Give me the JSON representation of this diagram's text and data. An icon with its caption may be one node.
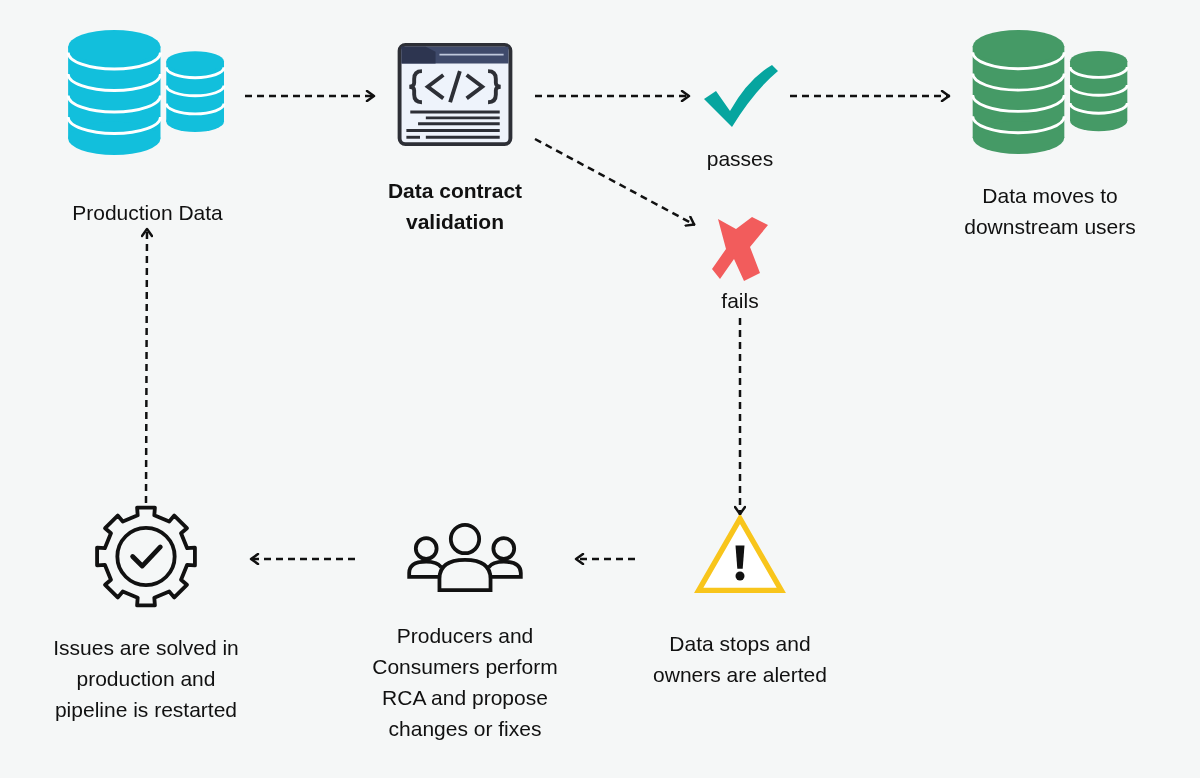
{
  "diagram": {
    "nodes": [
      {
        "text": [
          "Production Data"
        ]
      },
      {
        "text": [
          "Data contract validation"
        ]
      },
      {
        "text": [
          "passes"
        ]
      },
      {
        "text": [
          "Data moves to downstream users"
        ]
      },
      {
        "text": [
          "fails"
        ]
      },
      {
        "text": [
          "Data stops and owners are alerted"
        ]
      },
      {
        "text": [
          "Producers and Consumers perform RCA and propose changes or fixes"
        ]
      },
      {
        "text": [
          "Issues are solved in production and pipeline is restarted"
        ]
      }
    ],
    "edges": [
      {
        "from": 0,
        "to": 1,
        "arrow": "to",
        "style": "dashed"
      },
      {
        "from": 1,
        "to": 2,
        "arrow": "to",
        "style": "dashed"
      },
      {
        "from": 2,
        "to": 3,
        "arrow": "to",
        "style": "dashed"
      },
      {
        "from": 1,
        "to": 4,
        "arrow": "to",
        "style": "dashed"
      },
      {
        "from": 4,
        "to": 5,
        "arrow": "to",
        "style": "dashed"
      },
      {
        "from": 5,
        "to": 6,
        "arrow": "to",
        "style": "dashed"
      },
      {
        "from": 6,
        "to": 7,
        "arrow": "to",
        "style": "dashed"
      },
      {
        "from": 7,
        "to": 0,
        "arrow": "to",
        "style": "dashed"
      }
    ]
  }
}
